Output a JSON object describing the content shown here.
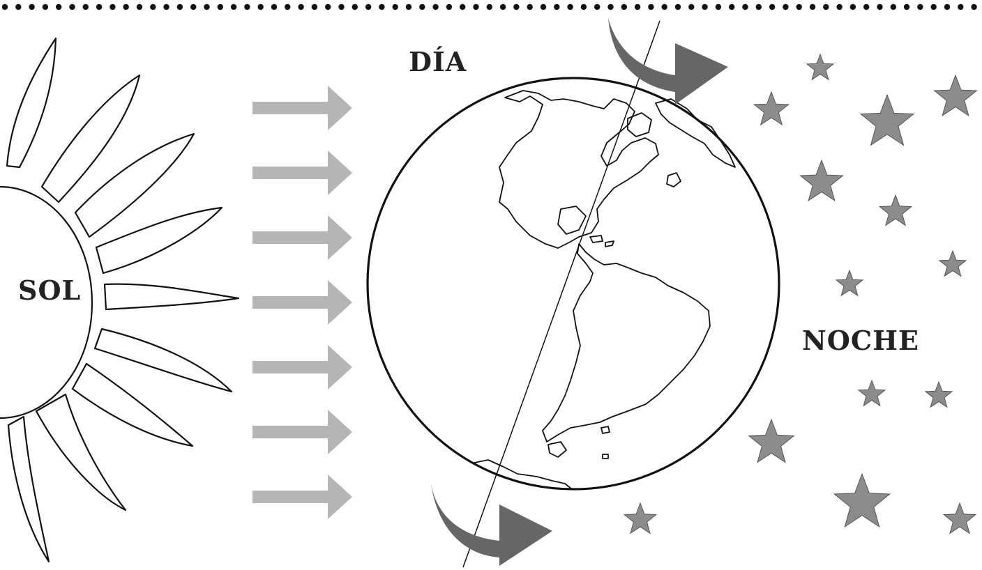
{
  "labels": {
    "sun": "SOL",
    "day": "DÍA",
    "night": "NOCHE"
  },
  "colors": {
    "light_arrow": "#b5b5b5",
    "rotation_arrow": "#666666",
    "star": "#8c8c8c",
    "outline": "#111111",
    "dots": "#111111"
  },
  "icons": {
    "sun": "sun-icon",
    "light_rays": "arrow-right-icon",
    "earth": "globe-americas-icon",
    "rotation": "curved-arrow-icon",
    "stars": "star-icon"
  }
}
